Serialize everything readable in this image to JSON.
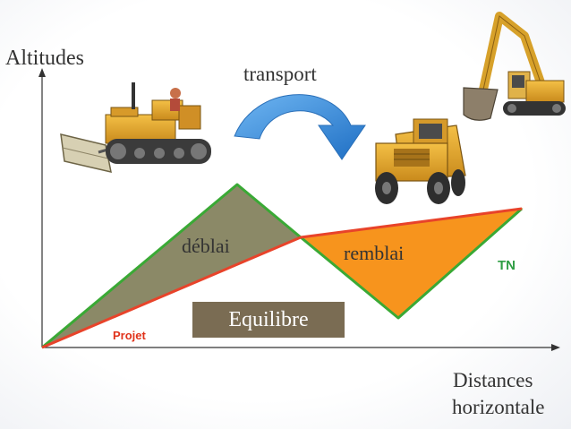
{
  "labels": {
    "y_axis": "Altitudes",
    "x_axis_line1": "Distances",
    "x_axis_line2": "horizontale",
    "transport": "transport",
    "deblai": "déblai",
    "remblai": "remblai",
    "tn": "TN",
    "projet": "Projet",
    "equilibre": "Equilibre"
  },
  "colors": {
    "deblai_fill": "#8b8967",
    "remblai_fill": "#f7941d",
    "tn_line": "#3aa935",
    "projet_line": "#e8432a",
    "arrow": "#3b8fe0",
    "equilibre_box": "#7a6c53",
    "machine": "#e0a52a"
  },
  "icons": [
    "bulldozer-icon",
    "dump-truck-icon",
    "excavator-icon",
    "curved-arrow-icon"
  ]
}
